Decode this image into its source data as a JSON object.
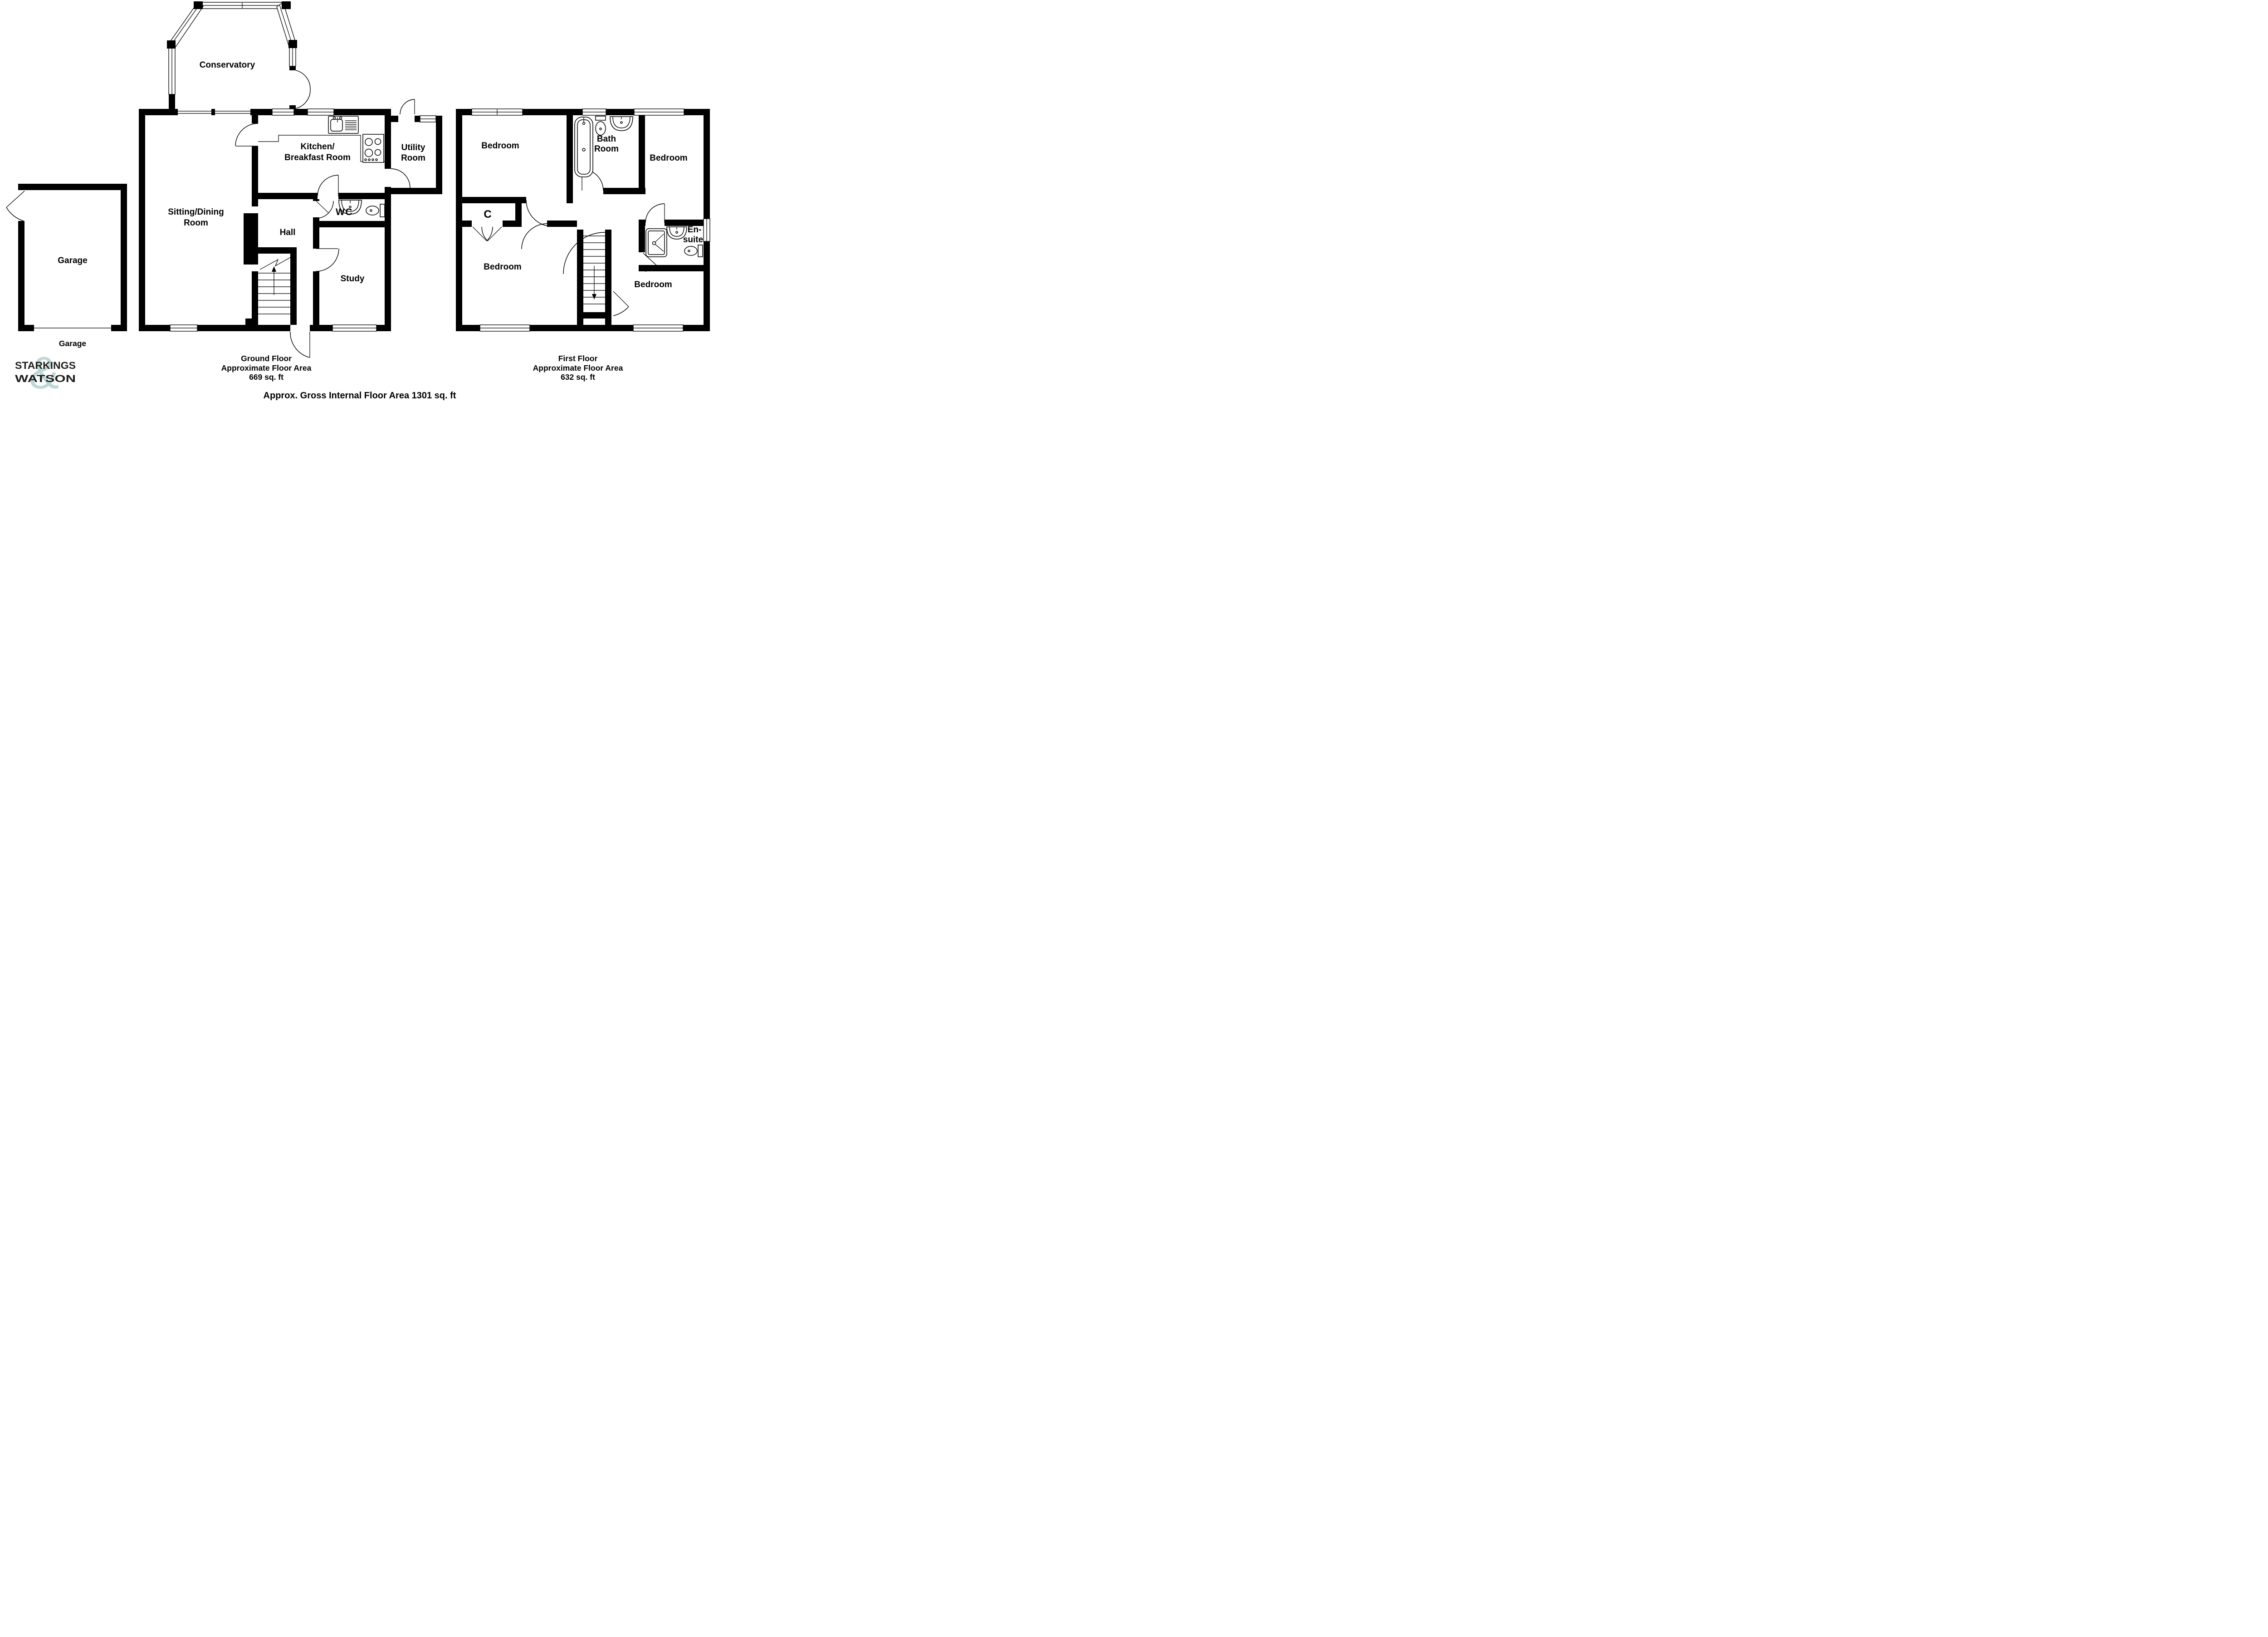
{
  "background": "#ffffff",
  "wall_color": "#000000",
  "logo": {
    "word1": "STARKINGS",
    "word2": "WATSON",
    "ampersand": "&",
    "ampersand_color": "#bdd8d7",
    "text_color": "#1d1d1b"
  },
  "ground_floor": {
    "labels": {
      "conservatory": "Conservatory",
      "sitting_line1": "Sitting/Dining",
      "sitting_line2": "Room",
      "kitchen_line1": "Kitchen/",
      "kitchen_line2": "Breakfast Room",
      "utility_line1": "Utility",
      "utility_line2": "Room",
      "hall": "Hall",
      "wc": "WC",
      "study": "Study",
      "garage": "Garage"
    },
    "garage_caption": "Garage",
    "caption": {
      "line1": "Ground Floor",
      "line2": "Approximate Floor Area",
      "line3": "669 sq. ft"
    }
  },
  "first_floor": {
    "labels": {
      "bedroom_top_left": "Bedroom",
      "bedroom_top_right": "Bedroom",
      "bedroom_bottom_left": "Bedroom",
      "bedroom_bottom_right": "Bedroom",
      "bathroom_line1": "Bath",
      "bathroom_line2": "Room",
      "cupboard": "C",
      "ensuite_line1": "En-",
      "ensuite_line2": "suite"
    },
    "caption": {
      "line1": "First Floor",
      "line2": "Approximate Floor Area",
      "line3": "632 sq. ft"
    }
  },
  "footer": {
    "gross_area": "Approx. Gross Internal Floor Area 1301 sq. ft"
  }
}
